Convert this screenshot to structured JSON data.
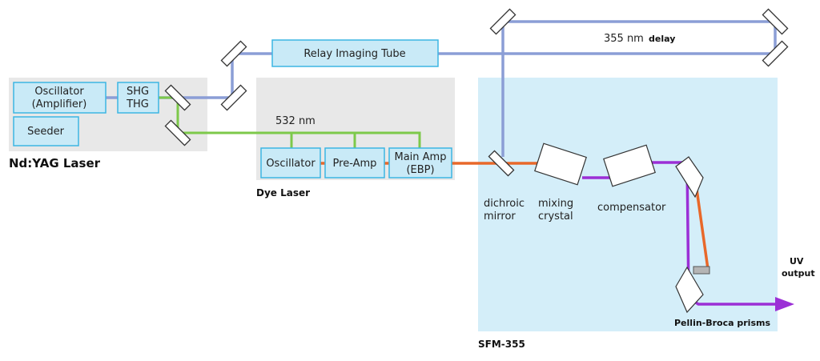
{
  "colors": {
    "blue_beam": "#8b9ed6",
    "green_beam": "#7dc94a",
    "orange_beam": "#e8682a",
    "violet_beam": "#9b2fd6",
    "box_fill": "#c9eaf7",
    "box_border": "#3cb6e3",
    "section_gray": "#e8e8e8",
    "sfm_bg": "#d4eef9"
  },
  "sections": {
    "ndyag": "Nd:YAG Laser",
    "dye": "Dye Laser",
    "sfm": "SFM-355"
  },
  "boxes": {
    "oscillator_amp": [
      "Oscillator",
      "(Amplifier)"
    ],
    "shg_thg": [
      "SHG",
      "THG"
    ],
    "seeder": "Seeder",
    "relay": "Relay Imaging Tube",
    "dye_oscillator": "Oscillator",
    "pre_amp": "Pre-Amp",
    "main_amp": [
      "Main Amp",
      "(EBP)"
    ]
  },
  "labels": {
    "nm532": "532 nm",
    "nm355": "355 nm",
    "delay": "delay",
    "dichroic": [
      "dichroic",
      "mirror"
    ],
    "mixing": [
      "mixing",
      "crystal"
    ],
    "compensator": "compensator",
    "uv_output": [
      "UV",
      "output"
    ],
    "pellin": "Pellin-Broca prisms"
  }
}
